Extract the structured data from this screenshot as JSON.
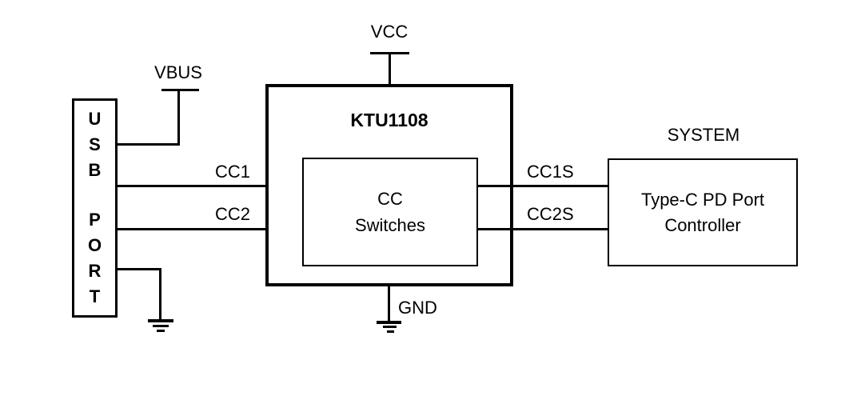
{
  "labels": {
    "vcc": "VCC",
    "vbus": "VBUS",
    "gnd": "GND",
    "system": "SYSTEM",
    "cc1": "CC1",
    "cc2": "CC2",
    "cc1s": "CC1S",
    "cc2s": "CC2S"
  },
  "usb_port": {
    "letters_top": [
      "U",
      "S",
      "B"
    ],
    "letters_bottom": [
      "P",
      "O",
      "R",
      "T"
    ]
  },
  "ktu": {
    "name": "KTU1108"
  },
  "cc_switches": {
    "line1": "CC",
    "line2": "Switches"
  },
  "pd_controller": {
    "line1": "Type-C PD Port",
    "line2": "Controller"
  },
  "colors": {
    "line": "#000000",
    "background": "#ffffff"
  }
}
